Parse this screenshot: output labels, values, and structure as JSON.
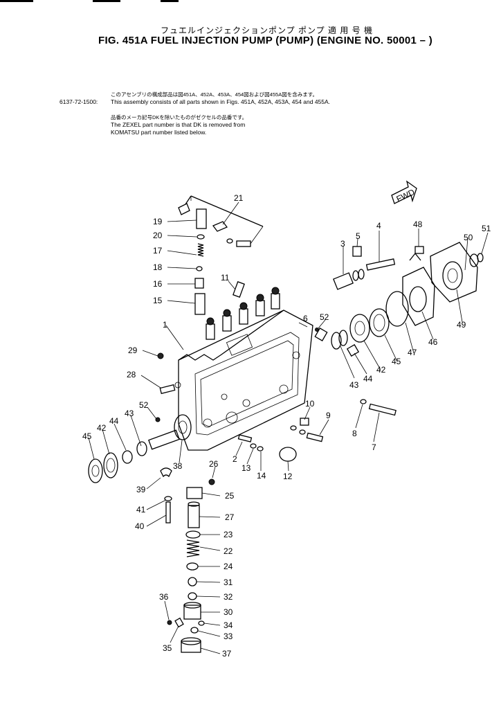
{
  "header": {
    "title_jp": "フュエルインジェクションポンプ ポンプ 適 用 号 機",
    "title_en": "FIG. 451A  FUEL INJECTION PUMP (PUMP) (ENGINE NO. 50001 – )"
  },
  "notes": {
    "jp_line1": "このアセンブリの構成部品は図451A、452A、453A、454図および図455A図を含みます。",
    "part_number": "6137-72-1500:",
    "en_line1": "This assembly consists of all parts shown in Figs. 451A, 452A, 453A, 454 and 455A.",
    "jp_line2": "品番のメーカ記号DKを除いたものがゼクセルの品番です。",
    "en_line2": "The ZEXEL part number is that DK is removed from",
    "en_line3": "KOMATSU part number listed below."
  },
  "diagram": {
    "fwd_label": "FWD",
    "callouts": [
      "1",
      "2",
      "3",
      "4",
      "5",
      "6",
      "7",
      "8",
      "9",
      "10",
      "11",
      "12",
      "13",
      "14",
      "15",
      "16",
      "17",
      "18",
      "19",
      "20",
      "21",
      "22",
      "23",
      "24",
      "25",
      "26",
      "27",
      "28",
      "29",
      "30",
      "31",
      "32",
      "33",
      "34",
      "35",
      "36",
      "37",
      "38",
      "39",
      "40",
      "41",
      "42",
      "42",
      "43",
      "43",
      "44",
      "44",
      "45",
      "45",
      "46",
      "47",
      "48",
      "49",
      "50",
      "51",
      "52",
      "52"
    ]
  }
}
